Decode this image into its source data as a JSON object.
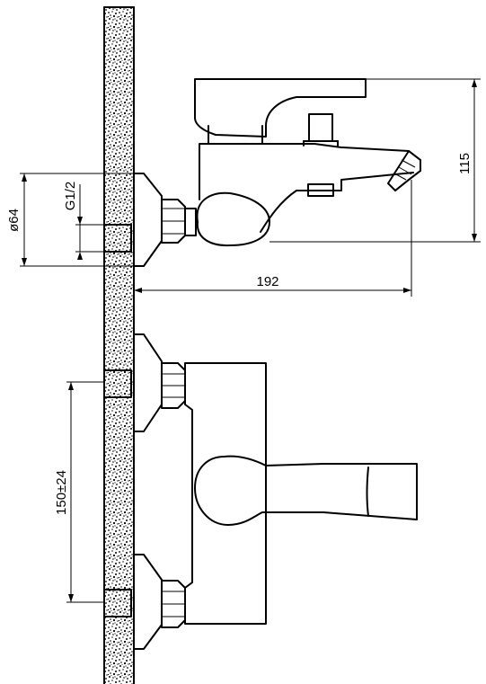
{
  "diagram": {
    "dimensions": {
      "height_label": "115",
      "length_label": "192",
      "diameter_label": "ø64",
      "thread_label": "G1/2",
      "spacing_label": "150±24"
    }
  }
}
